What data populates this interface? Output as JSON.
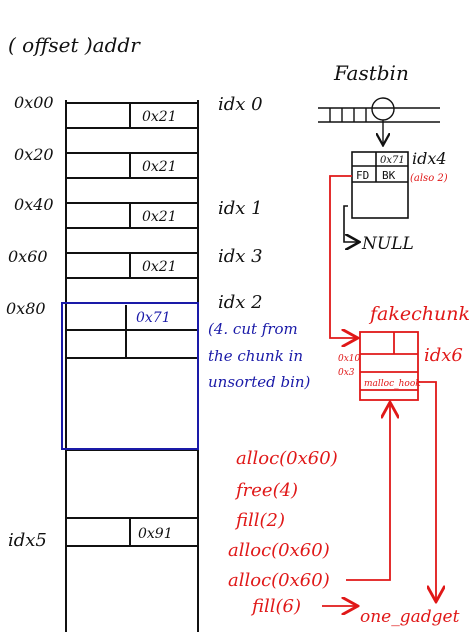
{
  "title": "( offset )addr",
  "fastbin_title": "Fastbin",
  "offsets": [
    "0x00",
    "0x20",
    "0x40",
    "0x60",
    "0x80"
  ],
  "chunk_sizes": [
    "0x21",
    "0x21",
    "0x21",
    "0x21"
  ],
  "idx_labels": [
    "idx 0",
    "idx 1",
    "idx 3",
    "idx 2"
  ],
  "blue_chunk": {
    "size": "0x71",
    "note_lines": [
      "(4. cut from",
      "the chunk in",
      "unsorted bin)"
    ]
  },
  "idx5": {
    "label": "idx5",
    "size": "0x91"
  },
  "fastbin_chunk": {
    "size": "0x71",
    "fd": "FD",
    "bk": "BK",
    "label": "idx4",
    "note": "(also 2)",
    "null": "NULL"
  },
  "fakechunk": {
    "title": "fakechunk",
    "label": "idx6",
    "left_notes": [
      "0x10",
      "0x3"
    ],
    "inner": "malloc_hook"
  },
  "sequence": [
    "alloc(0x60)",
    "free(4)",
    "fill(2)",
    "alloc(0x60)",
    "alloc(0x60)",
    "fill(6)"
  ],
  "one_gadget": "one_gadget",
  "colors": {
    "ink": "#111111",
    "blue": "#1a1aa8",
    "red": "#e01818"
  }
}
